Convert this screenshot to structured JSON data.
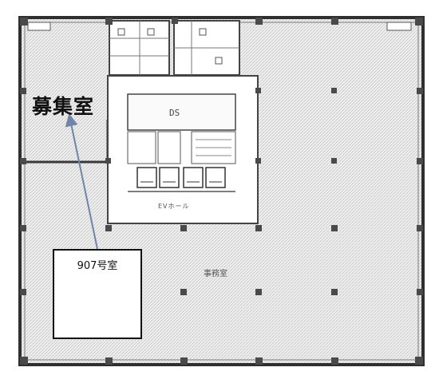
{
  "labels": {
    "recruit_room": "募集室",
    "room_number": "907号室",
    "office": "事務室",
    "ds": "DS",
    "elevator_hall": "EVホール"
  },
  "colors": {
    "wall": "#2f2f2f",
    "column": "#4a4a4a",
    "floor_hatch": "#dcdcdc",
    "core_fill": "#ffffff",
    "arrow": "#6f86a8",
    "room_outline": "#111111"
  },
  "icons": {
    "arrow": "arrow-up-left-icon",
    "elevator": "elevator-icon",
    "toilet": "toilet-icon"
  }
}
